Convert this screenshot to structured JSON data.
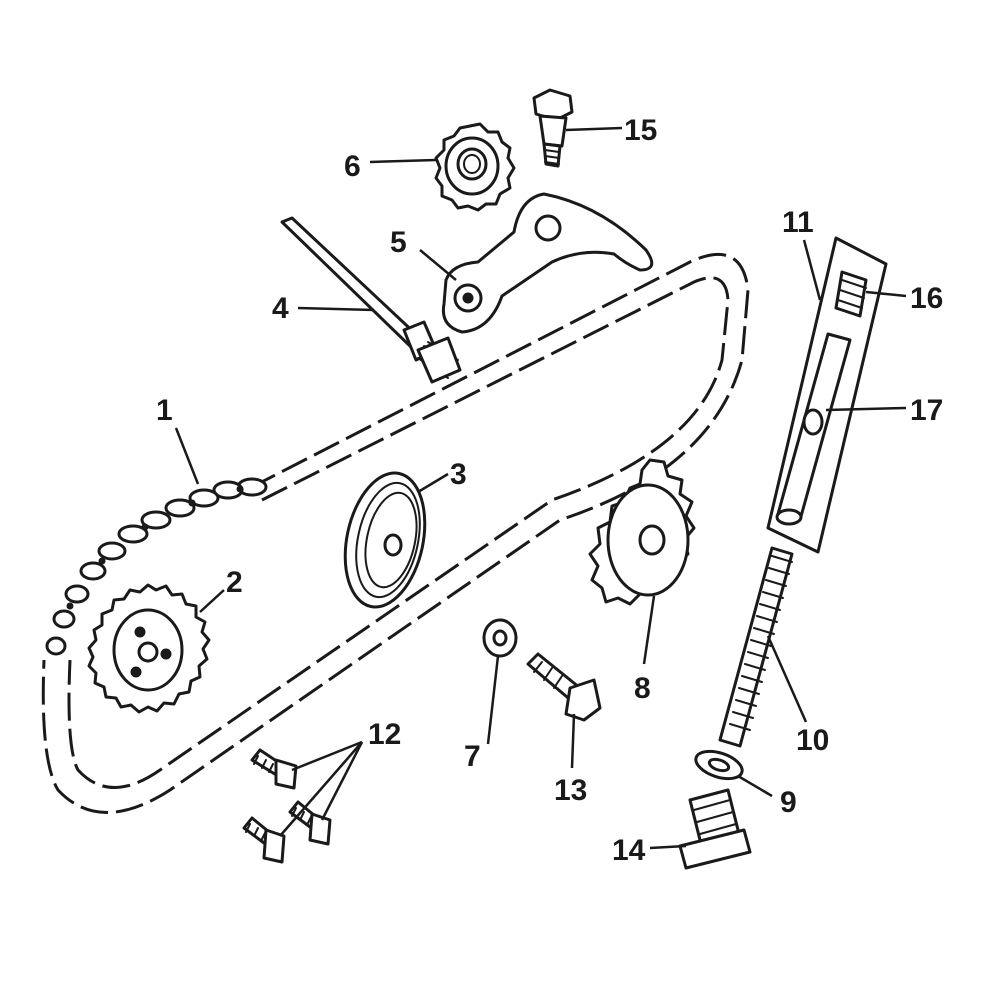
{
  "diagram": {
    "parts": [
      {
        "id": "chain",
        "number": "1"
      },
      {
        "id": "drive-sprocket",
        "number": "2"
      },
      {
        "id": "guide-roller",
        "number": "3"
      },
      {
        "id": "tensioner-pivot-shaft",
        "number": "4"
      },
      {
        "id": "tensioner-arm",
        "number": "5"
      },
      {
        "id": "tensioner-roller",
        "number": "6"
      },
      {
        "id": "washer",
        "number": "7"
      },
      {
        "id": "driven-sprocket",
        "number": "8"
      },
      {
        "id": "gasket",
        "number": "9"
      },
      {
        "id": "spring",
        "number": "10"
      },
      {
        "id": "tensioner-assembly",
        "number": "11"
      },
      {
        "id": "bolts",
        "number": "12"
      },
      {
        "id": "sprocket-bolt",
        "number": "13"
      },
      {
        "id": "plug-bolt",
        "number": "14"
      },
      {
        "id": "arm-bolt",
        "number": "15"
      },
      {
        "id": "cap-spring",
        "number": "16"
      },
      {
        "id": "push-rod",
        "number": "17"
      }
    ]
  }
}
